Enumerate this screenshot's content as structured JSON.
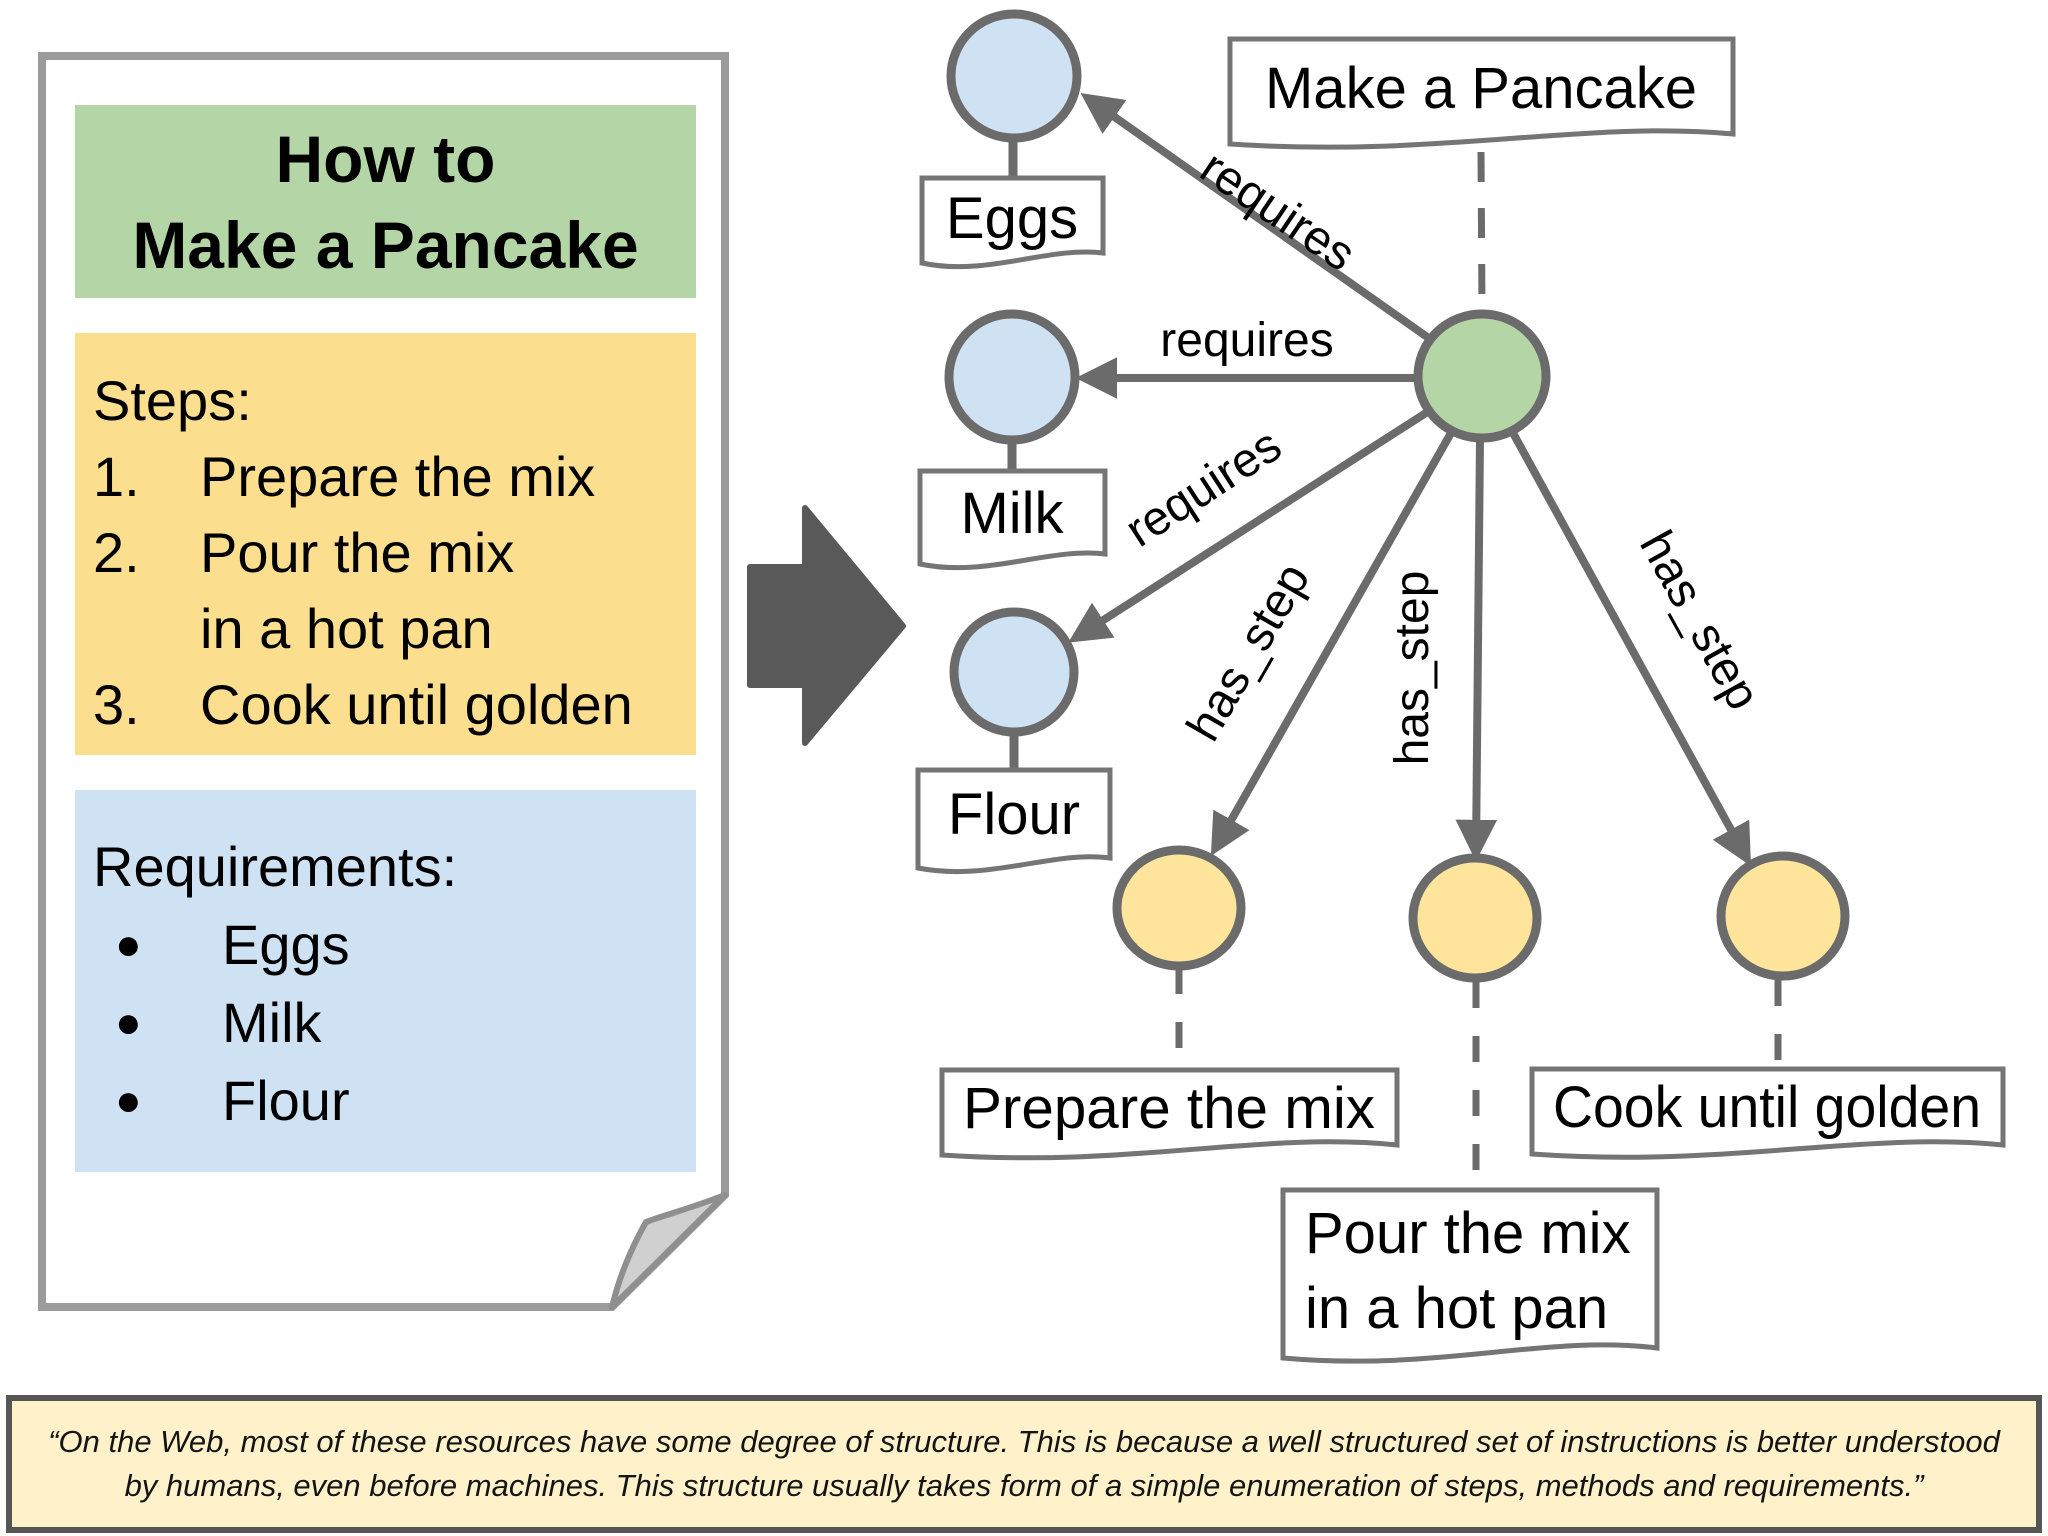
{
  "document": {
    "title_line1": "How to",
    "title_line2": "Make a Pancake",
    "steps_heading": "Steps:",
    "steps_rows": [
      {
        "num": "1.",
        "text": "Prepare the mix"
      },
      {
        "num": "2.",
        "text": "Pour the mix"
      },
      {
        "num": "",
        "text": "in a hot pan"
      },
      {
        "num": "3.",
        "text": "Cook until golden"
      }
    ],
    "requirements_heading": "Requirements:",
    "bullet": "●",
    "requirements": [
      "Eggs",
      "Milk",
      "Flour"
    ]
  },
  "graph": {
    "root_label": "Make a Pancake",
    "node_labels": {
      "eggs": "Eggs",
      "milk": "Milk",
      "flour": "Flour",
      "step1": "Prepare the mix",
      "step2_line1": "Pour the mix",
      "step2_line2": "in a hot pan",
      "step3": "Cook until golden"
    },
    "edge_labels": {
      "requires_eggs": "requires",
      "requires_milk": "requires",
      "requires_flour": "requires",
      "has_step_1": "has_step",
      "has_step_2": "has_step",
      "has_step_3": "has_step"
    }
  },
  "quote": {
    "line1": "“On the Web, most of these resources have some degree of structure. This is because a well structured set of instructions is better understood",
    "line2": "by humans, even before machines. This structure usually takes form of a simple enumeration of steps, methods and requirements.”"
  },
  "colors": {
    "node_blue": "#cfe2f3",
    "node_green": "#b4d6a6",
    "node_yellow": "#ffe49b",
    "steps_box_yellow": "#fcdf8e",
    "requirements_box_blue": "#cfe2f3",
    "title_box_green": "#b4d6a6",
    "quote_background": "#fff2cb",
    "stroke_gray": "#6b6b6b"
  }
}
